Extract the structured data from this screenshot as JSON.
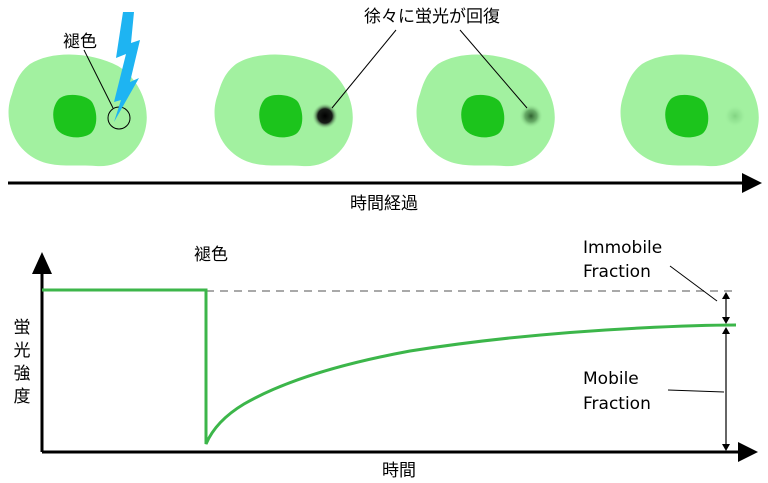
{
  "labels": {
    "photobleach_top": "褪色",
    "recovery_note": "徐々に蛍光が回復",
    "time_elapsed": "時間経過",
    "photobleach_graph": "褪色",
    "y_axis": [
      "蛍",
      "光",
      "強",
      "度"
    ],
    "x_axis": "時間",
    "immobile_line1": "Immobile",
    "immobile_line2": "Fraction",
    "mobile_line1": "Mobile",
    "mobile_line2": "Fraction"
  },
  "colors": {
    "cell_body": "#a2f1a0",
    "nucleus": "#1cc41c",
    "curve": "#3cb64a",
    "lightning": "#1eb4f2",
    "dashed": "#a9a9a9",
    "axis": "#000000"
  },
  "icons": {
    "flash": "lightning-bolt-icon"
  },
  "chart_data": {
    "type": "line",
    "series": [
      {
        "name": "",
        "shape": "step-drop-then-recovery"
      }
    ],
    "prebleach_level": 1.0,
    "postbleach_min": 0.03,
    "plateau_level": 0.78,
    "immobile_fraction": 0.22,
    "mobile_fraction": 0.75
  }
}
